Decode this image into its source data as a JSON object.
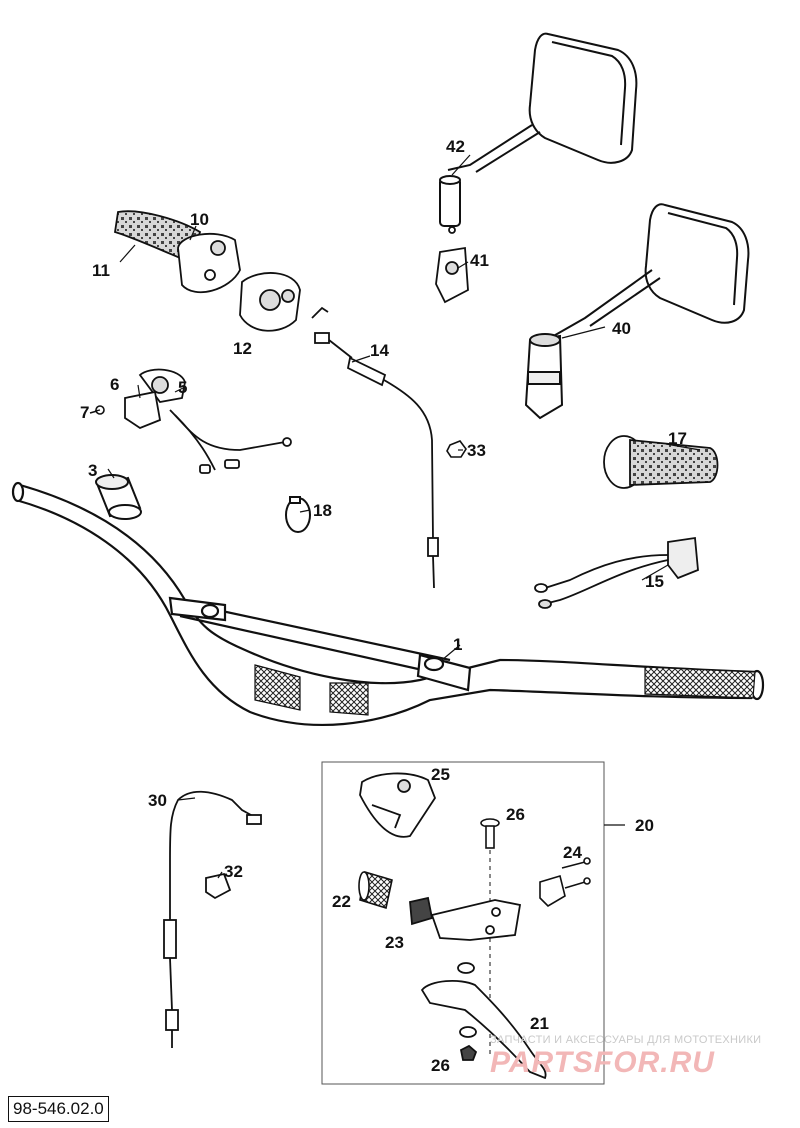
{
  "diagram": {
    "reference_code": "98-546.02.0",
    "parts": [
      {
        "num": "1"
      },
      {
        "num": "3"
      },
      {
        "num": "5"
      },
      {
        "num": "6"
      },
      {
        "num": "7"
      },
      {
        "num": "10"
      },
      {
        "num": "11"
      },
      {
        "num": "12"
      },
      {
        "num": "14"
      },
      {
        "num": "15"
      },
      {
        "num": "17"
      },
      {
        "num": "18"
      },
      {
        "num": "20"
      },
      {
        "num": "21"
      },
      {
        "num": "22"
      },
      {
        "num": "23"
      },
      {
        "num": "24"
      },
      {
        "num": "25"
      },
      {
        "num": "26"
      },
      {
        "num": "26"
      },
      {
        "num": "30"
      },
      {
        "num": "32"
      },
      {
        "num": "33"
      },
      {
        "num": "40"
      },
      {
        "num": "41"
      },
      {
        "num": "42"
      }
    ]
  },
  "watermark": {
    "subtitle": "ЗАПЧАСТИ И АКСЕССУАРЫ ДЛЯ МОТОТЕХНИКИ",
    "logo": "PARTSFOR.RU"
  }
}
